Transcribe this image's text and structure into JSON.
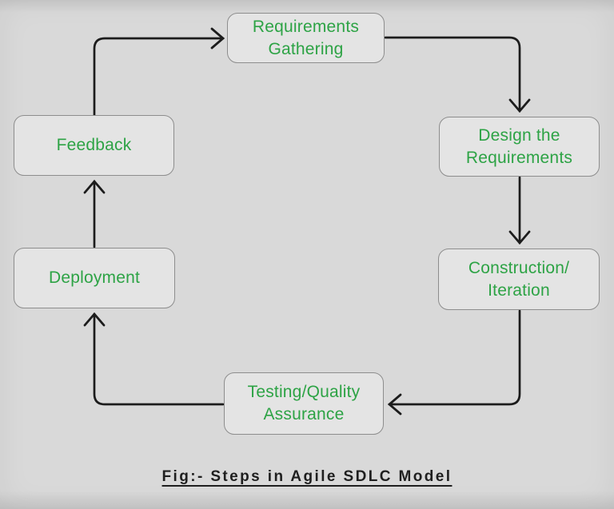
{
  "diagram": {
    "caption": "Fig:- Steps in Agile SDLC Model",
    "nodes": {
      "requirements_gathering": {
        "label": "Requirements\nGathering"
      },
      "design_requirements": {
        "label": "Design the\nRequirements"
      },
      "construction_iteration": {
        "label": "Construction/\nIteration"
      },
      "testing_quality": {
        "label": "Testing/Quality\nAssurance"
      },
      "deployment": {
        "label": "Deployment"
      },
      "feedback": {
        "label": "Feedback"
      }
    },
    "edges": [
      {
        "from": "feedback",
        "to": "requirements_gathering"
      },
      {
        "from": "requirements_gathering",
        "to": "design_requirements"
      },
      {
        "from": "design_requirements",
        "to": "construction_iteration"
      },
      {
        "from": "construction_iteration",
        "to": "testing_quality"
      },
      {
        "from": "testing_quality",
        "to": "deployment"
      },
      {
        "from": "deployment",
        "to": "feedback"
      }
    ],
    "colors": {
      "background": "#d8d8d8",
      "node_fill": "#e4e4e4",
      "node_border": "#8d8d8d",
      "node_text": "#2da345",
      "arrow": "#1c1c1c",
      "caption_text": "#1f1f1f"
    }
  }
}
